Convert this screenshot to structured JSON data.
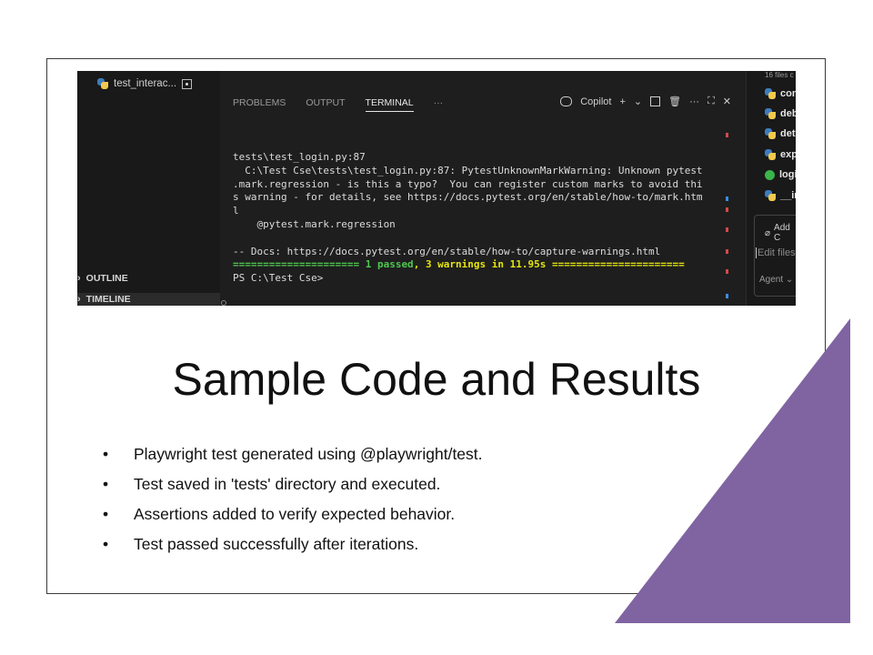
{
  "slide": {
    "title": "Sample Code and Results",
    "bullets": [
      "Playwright test generated using @playwright/test.",
      "Test saved in 'tests' directory and executed.",
      "Assertions added to verify expected behavior.",
      "Test passed successfully after iterations."
    ],
    "accent_color": "#8064a2"
  },
  "editor": {
    "open_file": "test_interac...",
    "sidebar": {
      "outline_label": "OUTLINE",
      "timeline_label": "TIMELINE"
    },
    "panel": {
      "tabs": [
        "PROBLEMS",
        "OUTPUT",
        "TERMINAL"
      ],
      "active_tab": "TERMINAL",
      "more_label": "···",
      "copilot_label": "Copilot",
      "toolbar_more": "···"
    },
    "terminal": {
      "lines": [
        "tests\\test_login.py:87",
        "  C:\\Test Cse\\tests\\test_login.py:87: PytestUnknownMarkWarning: Unknown pytest",
        ".mark.regression - is this a typo?  You can register custom marks to avoid thi",
        "s warning - for details, see https://docs.pytest.org/en/stable/how-to/mark.htm",
        "l",
        "    @pytest.mark.regression",
        "",
        "-- Docs: https://docs.pytest.org/en/stable/how-to/capture-warnings.html"
      ],
      "summary_prefix": "===================== ",
      "summary_passed": "1 passed",
      "summary_sep": ", ",
      "summary_warnings": "3 warnings",
      "summary_time": " in 11.95s ",
      "summary_suffix": "======================",
      "prompt": "PS C:\\Test Cse>"
    },
    "chat_pane": {
      "header": "16 files c",
      "files": [
        "con",
        "deb",
        "det",
        "exp",
        "logi",
        "__in"
      ],
      "add_context": "Add C",
      "input_placeholder": "Edit files",
      "mode": "Agent"
    }
  }
}
